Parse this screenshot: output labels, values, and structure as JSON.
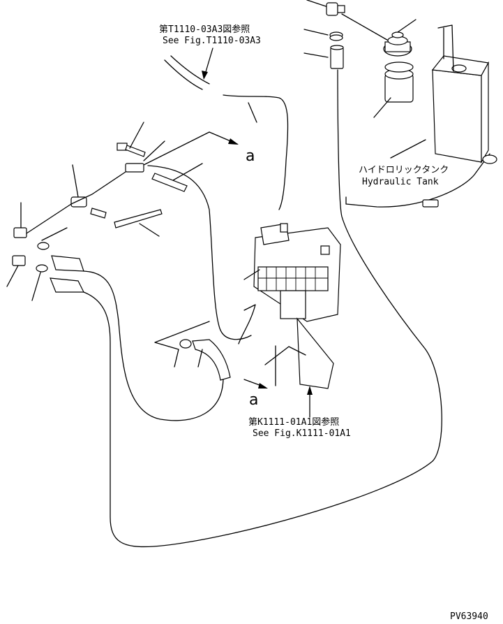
{
  "ref_top": {
    "jp": "第T1110-03A3図参照",
    "en": "See Fig.T1110-03A3"
  },
  "ref_bottom": {
    "jp": "第K1111-01A1図参照",
    "en": "See Fig.K1111-01A1"
  },
  "tank": {
    "jp": "ハイドロリックタンク",
    "en": "Hydraulic Tank"
  },
  "connector_a_top": "a",
  "connector_a_bottom": "a",
  "drawing_number": "PV63940"
}
